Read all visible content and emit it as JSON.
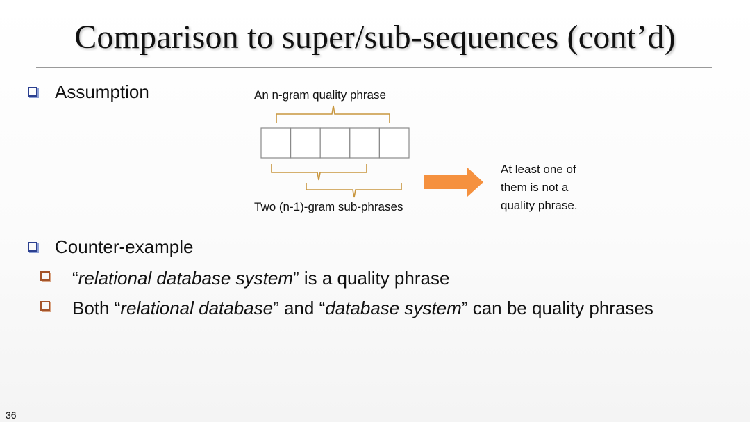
{
  "slide": {
    "title": "Comparison to super/sub-sequences (cont’d)",
    "page_number": "36",
    "colors": {
      "bullet_primary": "#2b3f8f",
      "bullet_secondary": "#a4542a",
      "bracket": "#c8963e",
      "arrow": "#f5913f"
    }
  },
  "assumption": {
    "label": "Assumption",
    "diagram": {
      "top_label": "An n-gram quality phrase",
      "cell_count": 5,
      "bottom_label": "Two (n-1)-gram sub-phrases",
      "conclusion_lines": [
        "At least one of",
        "them is not a",
        "quality phrase."
      ]
    }
  },
  "counter_example": {
    "label": "Counter-example",
    "items": [
      {
        "parts": [
          "“",
          "relational database system",
          "” is a quality phrase"
        ]
      },
      {
        "parts": [
          "Both “",
          "relational database",
          "” and “",
          "database system",
          "” can be quality phrases"
        ]
      }
    ]
  }
}
